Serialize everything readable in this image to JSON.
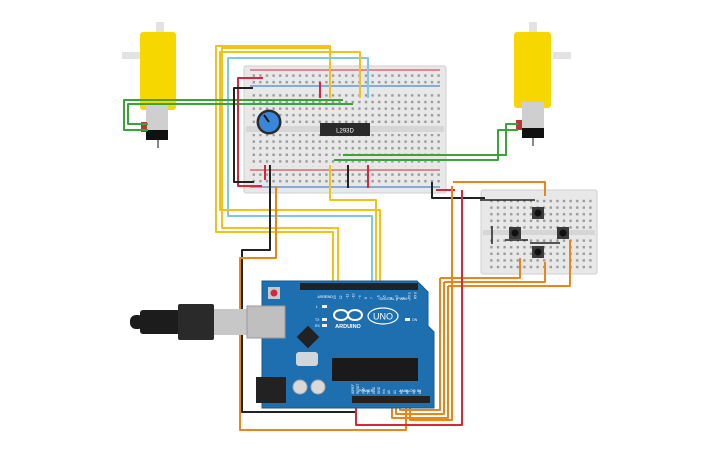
{
  "circuit": {
    "ic_label": "L293D",
    "arduino": {
      "logo_text": "ARDUINO",
      "model": "UNO",
      "digital_header": "DIGITAL (PWM~)",
      "power_header": "POWER",
      "analog_header": "ANALOG IN",
      "aref": "AREF",
      "gnd": "GND",
      "led_tx": "TX",
      "led_rx": "RX",
      "led_l": "L",
      "led_on": "ON",
      "power_pins": [
        "IOREF",
        "RESET",
        "3.3V",
        "5V",
        "GND",
        "GND",
        "Vin"
      ],
      "analog_pins": [
        "A0",
        "A1",
        "A2",
        "A3",
        "A4",
        "A5"
      ],
      "digital_pins": [
        "13",
        "12",
        "~11",
        "~10",
        "~9",
        "8",
        "7",
        "~6",
        "~5",
        "4",
        "~3",
        "2",
        "TX 1",
        "RX 0"
      ]
    },
    "colors": {
      "yellow_wire": "#f2c21a",
      "blue_wire": "#7ec8e3",
      "green_wire": "#3aa33a",
      "red_wire": "#d7263d",
      "black_wire": "#222222",
      "orange_wire": "#e8861a",
      "board_blue": "#1e6fb0",
      "motor_yellow": "#f6d800"
    }
  }
}
